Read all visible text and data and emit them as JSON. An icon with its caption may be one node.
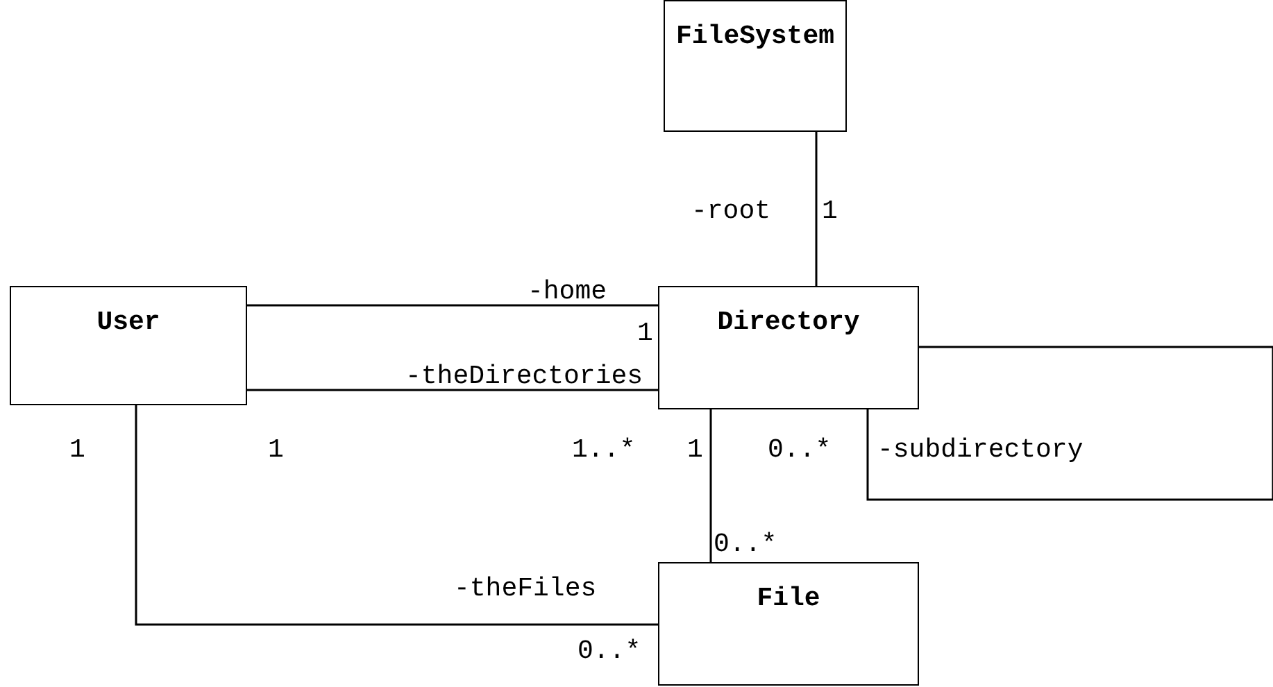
{
  "diagram": {
    "nodes": [
      {
        "text": [
          "FileSystem"
        ]
      },
      {
        "text": [
          "User"
        ]
      },
      {
        "text": [
          "Directory"
        ]
      },
      {
        "text": [
          "File"
        ]
      }
    ],
    "edges": [
      {
        "from": 0,
        "to": 2,
        "arrow": "none",
        "label": "-root"
      },
      {
        "from": 1,
        "to": 2,
        "arrow": "none",
        "label": "-home"
      },
      {
        "from": 1,
        "to": 2,
        "arrow": "none",
        "label": "-theDirectories"
      },
      {
        "from": 1,
        "to": 3,
        "arrow": "none",
        "label": "-theFiles"
      },
      {
        "from": 2,
        "to": 3,
        "arrow": "none"
      },
      {
        "from": 2,
        "to": 2,
        "arrow": "none",
        "label": "-subdirectory"
      }
    ],
    "labels": [
      "1",
      "1",
      "1",
      "1",
      "1..*",
      "1",
      "0..*",
      "0..*",
      "0..*"
    ]
  }
}
